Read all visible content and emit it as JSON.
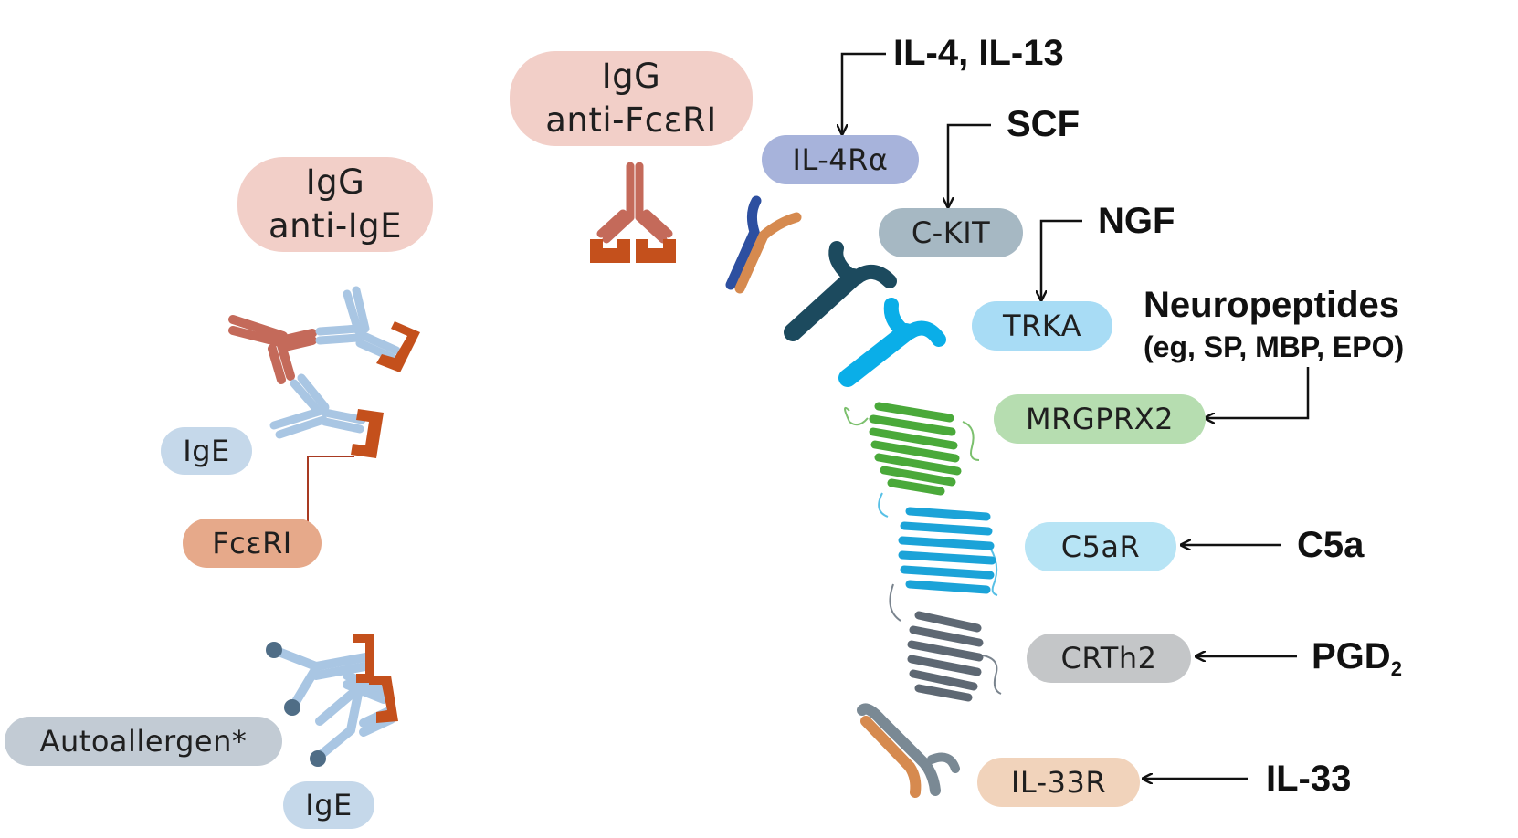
{
  "colors": {
    "pink_pill": "#f2cfc8",
    "ige_pill": "#c5d8ea",
    "fceri_pill": "#e6a98a",
    "autoallergen_pill": "#c2cbd4",
    "il4ra_pill": "#a7b3db",
    "ckit_pill": "#a6b8c3",
    "trka_pill": "#a8dcf5",
    "mrgprx2_pill": "#b6ddb0",
    "c5ar_pill": "#b7e4f5",
    "crth2_pill": "#c4c6c8",
    "il33r_pill": "#f1d3bb",
    "fceri_receptor": "#c4501c",
    "igg_antibody": "#c46a5a",
    "ige_antibody": "#a9c6e3",
    "mrgprx2_receptor": "#4aa93a",
    "c5ar_receptor": "#1ba3d8",
    "crth2_receptor": "#5e6873",
    "trka_receptor": "#0aaee8",
    "ckit_receptor": "#1c4a5e",
    "il4ra_chain": "#2d4fa0",
    "il4ra_partner": "#d68a4f",
    "il33r_chain": "#7a8994",
    "il33r_partner": "#d68a4f",
    "arrow": "#111111"
  },
  "left": {
    "igg_anti_ige": {
      "line1": "IgG",
      "line2": "anti-IgE"
    },
    "ige_label_1": "IgE",
    "fceri_label": "FcεRI",
    "autoallergen_label": "Autoallergen*",
    "ige_label_2": "IgE"
  },
  "center": {
    "igg_anti_fceri": {
      "line1": "IgG",
      "line2": "anti-FcεRI"
    }
  },
  "receptors": {
    "il4ra": "IL-4Rα",
    "ckit": "C-KIT",
    "trka": "TRKA",
    "mrgprx2": "MRGPRX2",
    "c5ar": "C5aR",
    "crth2": "CRTh2",
    "il33r": "IL-33R"
  },
  "ligands": {
    "il4_il13": "IL-4, IL-13",
    "scf": "SCF",
    "ngf": "NGF",
    "neuropeptides": "Neuropeptides",
    "neuropeptides_examples": "(eg, SP, MBP, EPO)",
    "c5a": "C5a",
    "pgd2_base": "PGD",
    "pgd2_sub": "2",
    "il33": "IL-33"
  }
}
